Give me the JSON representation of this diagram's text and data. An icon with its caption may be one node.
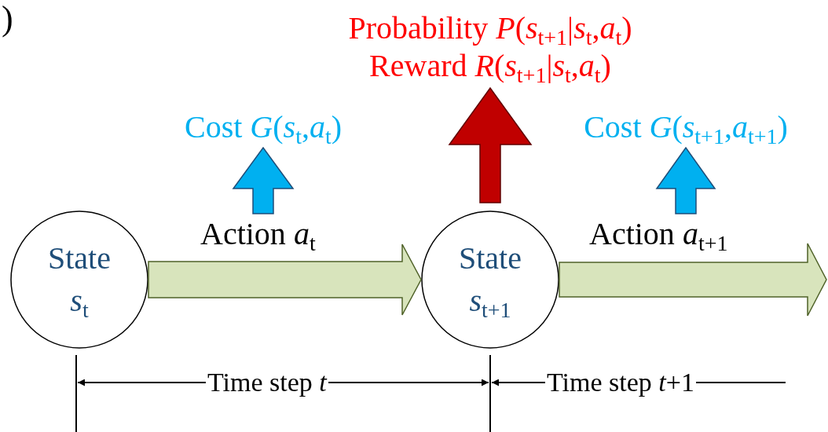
{
  "diagram": {
    "nodes": [
      {
        "text": [
          "Probability *P*(*s*$_{t+1}$|*s*$_{t}$,*a*$_{t}$)",
          "Reward *R*(*s*$_{t+1}$|*s*$_{t}$,*a*$_{t}$)"
        ]
      },
      {
        "text": [
          "Cost *G*(*s*$_{t}$,*a*$_{t}$)"
        ]
      },
      {
        "text": [
          "Cost *G*(*s*$_{t+1}$,*a*$_{t+1}$)"
        ]
      },
      {
        "text": [
          "State",
          "*s*$_{t}$"
        ]
      },
      {
        "text": [
          "State",
          "*s*$_{t+1}$"
        ]
      }
    ],
    "edges": [
      {
        "from": 3,
        "to": 4,
        "arrow": "to",
        "label": "Action *a*$_{t}$",
        "style": "thick",
        "color": "#d8e4bc"
      },
      {
        "from": 4,
        "to": null,
        "arrow": "to",
        "label": "Action *a*$_{t+1}$",
        "style": "thick",
        "color": "#d8e4bc"
      },
      {
        "from": null,
        "to": 1,
        "arrow": "to",
        "style": "thick",
        "color": "#00b0f0"
      },
      {
        "from": 4,
        "to": 0,
        "arrow": "to",
        "style": "thick",
        "color": "#c00000"
      },
      {
        "from": null,
        "to": 2,
        "arrow": "to",
        "style": "thick",
        "color": "#00b0f0"
      }
    ],
    "labels": [
      ")",
      "Time step *t*",
      "Time step *t*+1"
    ]
  }
}
